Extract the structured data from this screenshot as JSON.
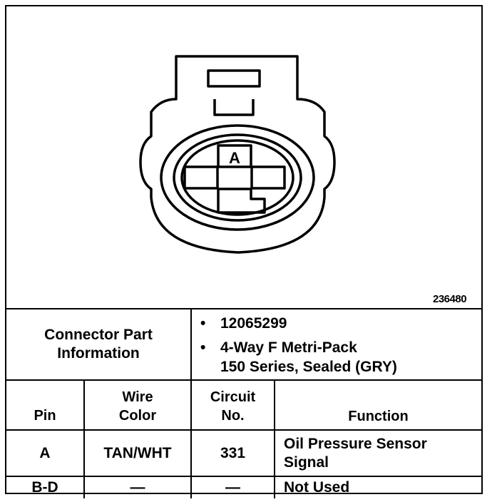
{
  "diagram": {
    "reference_number": "236480",
    "cavity_label": "A"
  },
  "connector": {
    "label_line1": "Connector Part",
    "label_line2": "Information",
    "part_number": "12065299",
    "description_line1": "4-Way F Metri-Pack",
    "description_line2": "150 Series, Sealed (GRY)"
  },
  "table": {
    "headers": {
      "pin": "Pin",
      "wire_color_line1": "Wire",
      "wire_color_line2": "Color",
      "circuit_line1": "Circuit",
      "circuit_line2": "No.",
      "function": "Function"
    },
    "rows": [
      {
        "pin": "A",
        "wire_color": "TAN/WHT",
        "circuit": "331",
        "function_line1": "Oil Pressure Sensor",
        "function_line2": "Signal"
      },
      {
        "pin": "B-D",
        "wire_color": "—",
        "circuit": "—",
        "function_line1": "Not Used",
        "function_line2": ""
      }
    ]
  }
}
